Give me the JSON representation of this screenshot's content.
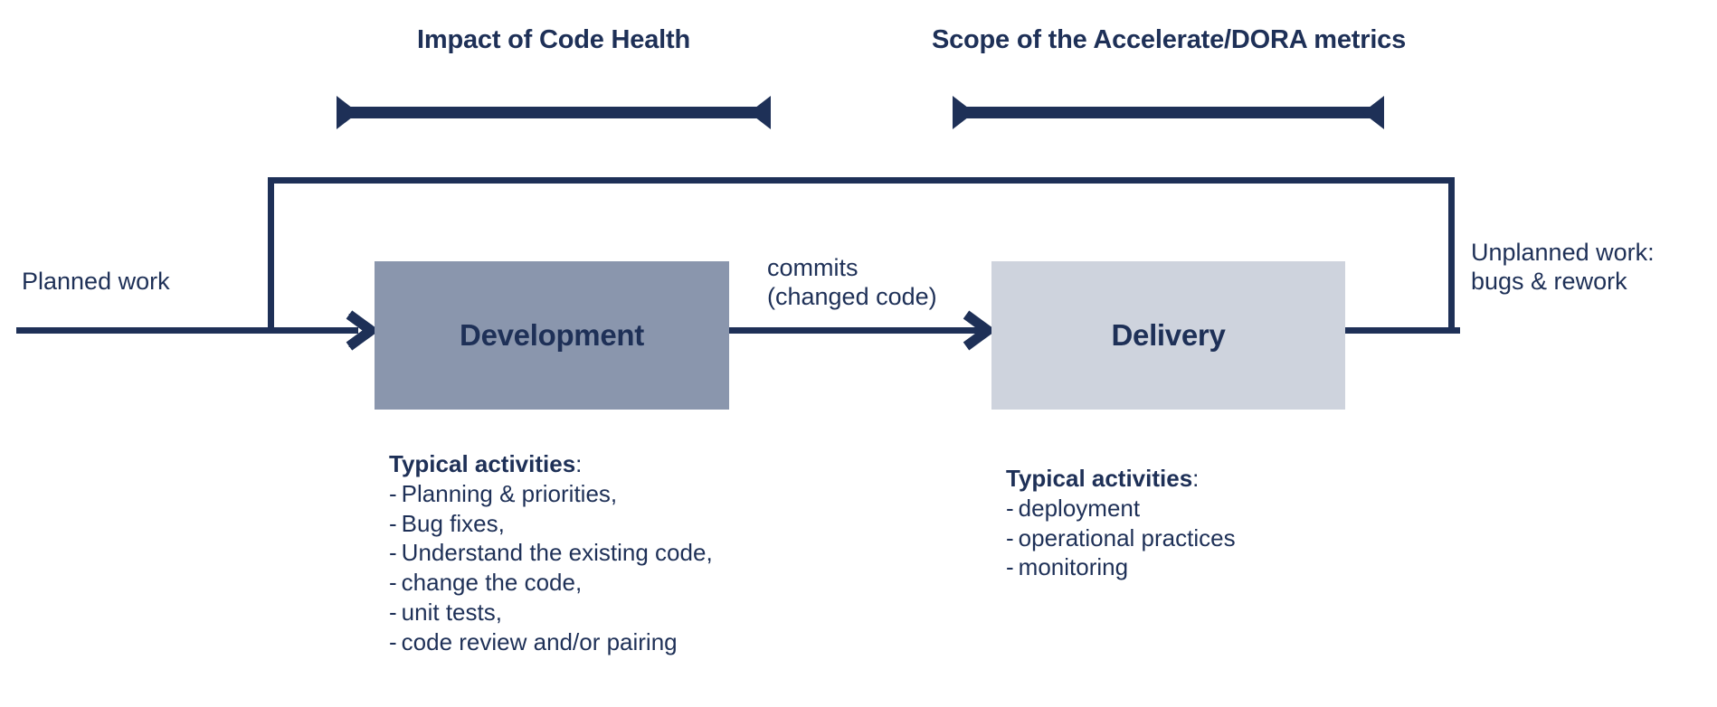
{
  "diagram": {
    "title_brackets": [
      {
        "label": "Impact of Code Health"
      },
      {
        "label": "Scope of the Accelerate/DORA metrics"
      }
    ],
    "flow": {
      "planned_work_label": "Planned work",
      "commits_label": "commits\n(changed code)",
      "unplanned_work_label": "Unplanned work:\nbugs & rework"
    },
    "stages": [
      {
        "name": "Development",
        "fill": "#8a96ad",
        "activities_heading": "Typical activities",
        "activities_colon": ":",
        "activities": [
          "Planning & priorities,",
          "Bug fixes,",
          "Understand the existing code,",
          "change the code,",
          "unit tests,",
          "code review and/or pairing"
        ]
      },
      {
        "name": "Delivery",
        "fill": "#ced3dd",
        "activities_heading": "Typical activities",
        "activities_colon": ":",
        "activities": [
          "deployment",
          "operational practices",
          "monitoring"
        ]
      }
    ],
    "colors": {
      "ink": "#1e3057",
      "background": "#ffffff",
      "development_fill": "#8a96ad",
      "delivery_fill": "#ced3dd"
    }
  }
}
